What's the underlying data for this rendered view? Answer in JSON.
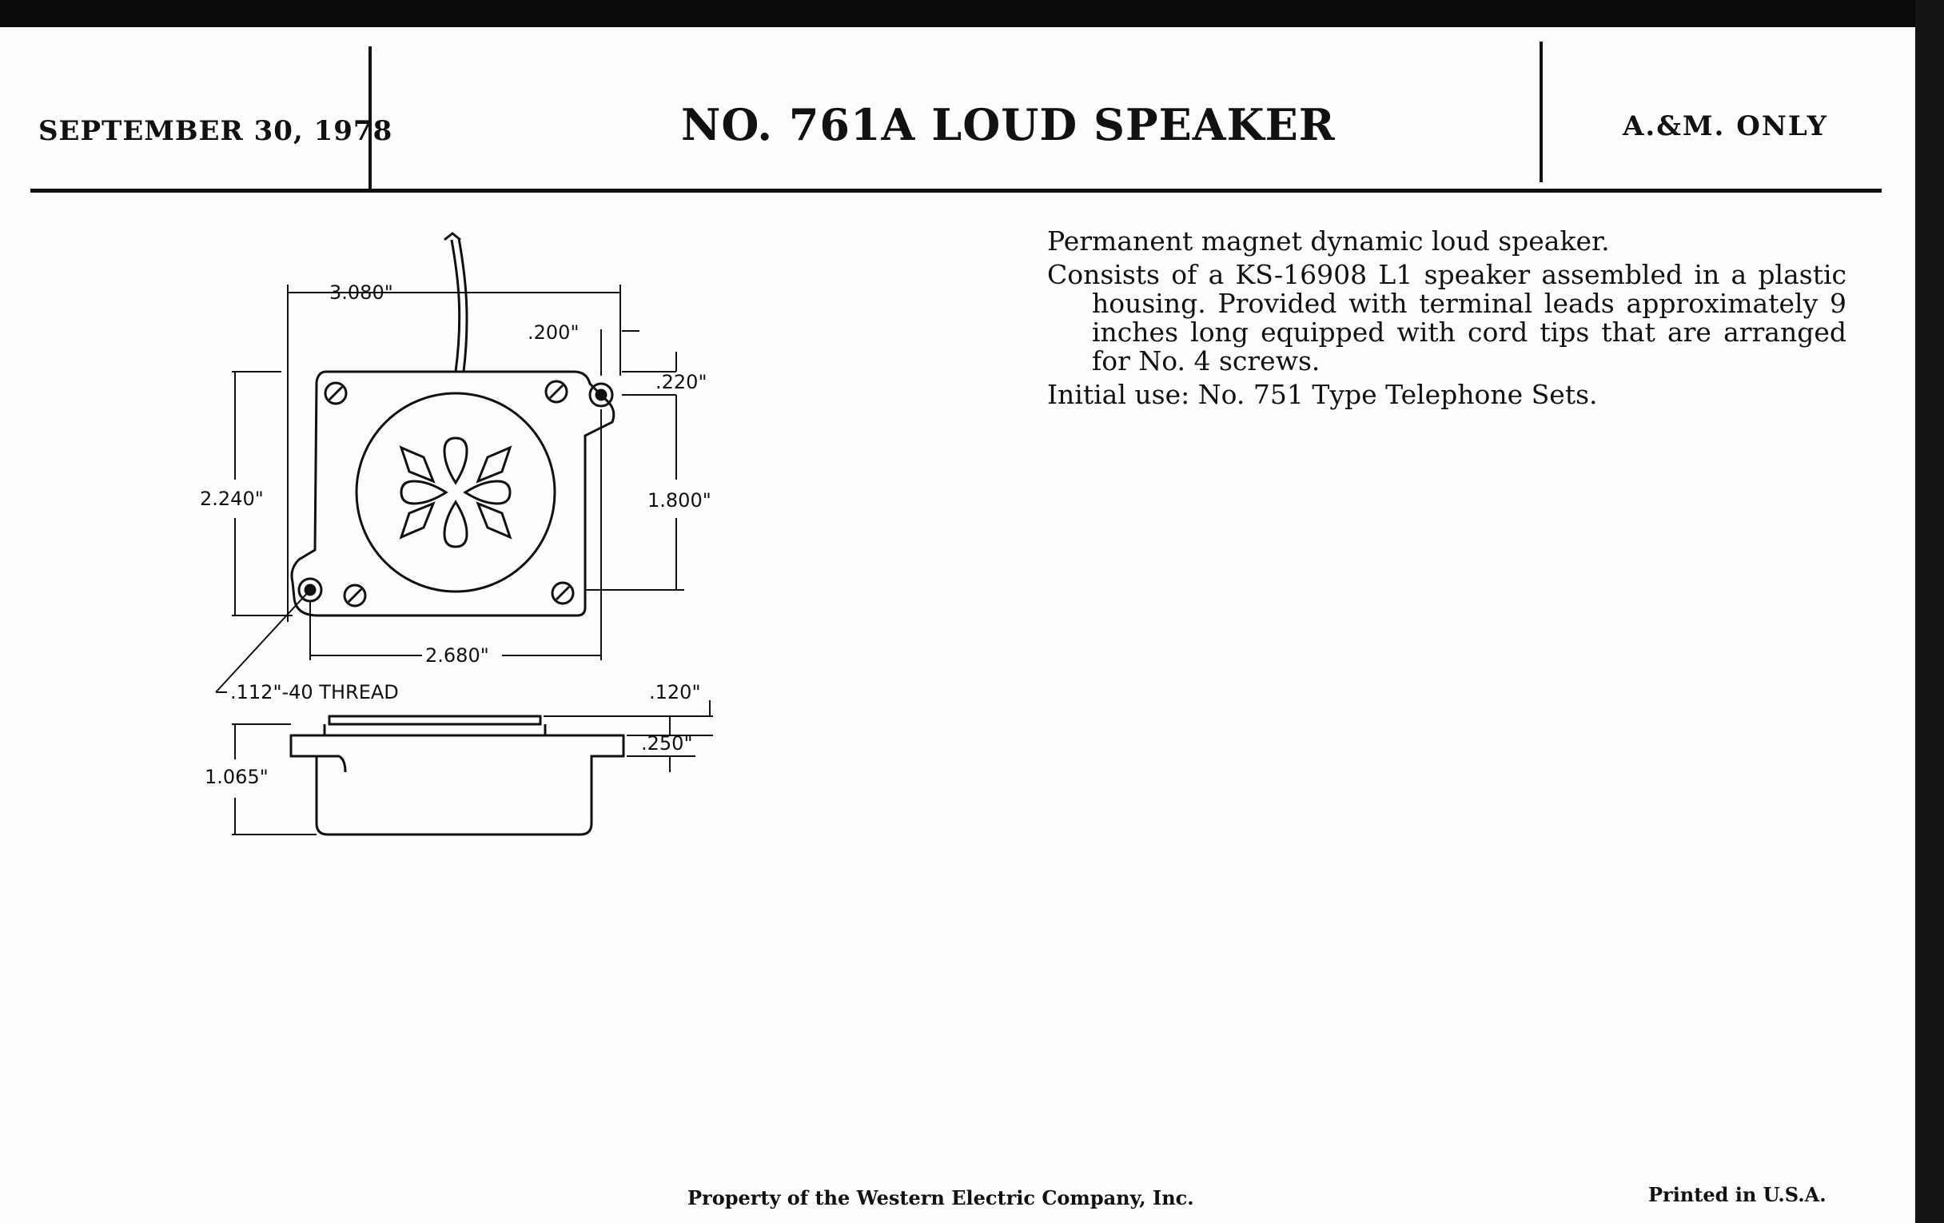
{
  "header": {
    "date": "SEPTEMBER 30, 1978",
    "title": "NO. 761A LOUD SPEAKER",
    "scope": "A.&M. ONLY"
  },
  "description": {
    "lines": [
      "Permanent magnet dynamic loud speaker.",
      "Consists of a KS-16908 L1 speaker assembled in a plastic housing. Provided with terminal leads approximately 9 inches long equipped with cord tips that are arranged for No. 4 screws.",
      "Initial use: No. 751 Type Telephone Sets."
    ]
  },
  "drawing": {
    "dims": {
      "width_overall": "3.080\"",
      "ear_offset": ".200\"",
      "ear_top": ".220\"",
      "height_overall": "2.240\"",
      "hole_spacing_v": "1.800\"",
      "hole_spacing_h": "2.680\"",
      "thread": ".112\"-40 THREAD",
      "flange_thk": ".120\"",
      "flange_drop": ".250\"",
      "depth": "1.065\""
    }
  },
  "footer": {
    "property": "Property of the Western Electric Company, Inc.",
    "printed": "Printed in U.S.A."
  }
}
